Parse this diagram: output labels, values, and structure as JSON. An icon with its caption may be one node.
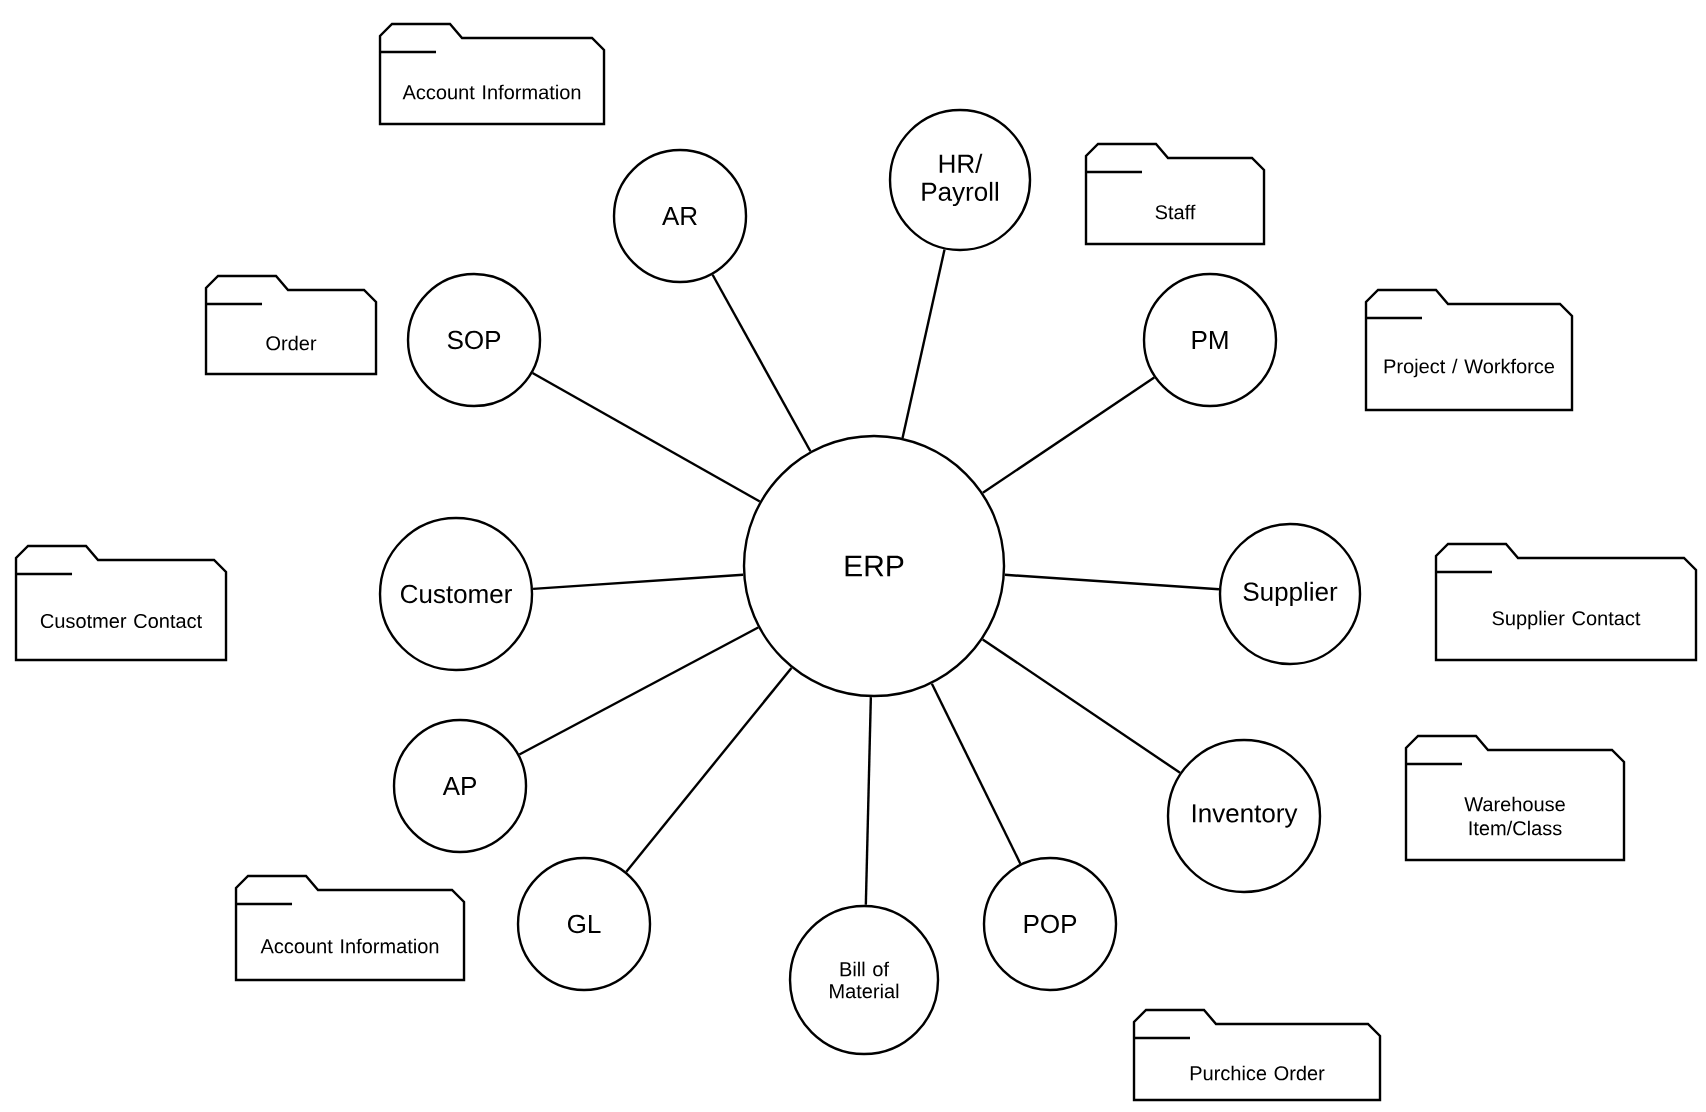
{
  "diagram": {
    "nodes": [
      {
        "text": [
          "ERP"
        ]
      },
      {
        "text": [
          "AR"
        ]
      },
      {
        "text": [
          "HR/ Payroll"
        ]
      },
      {
        "text": [
          "SOP"
        ]
      },
      {
        "text": [
          "PM"
        ]
      },
      {
        "text": [
          "Customer"
        ]
      },
      {
        "text": [
          "Supplier"
        ]
      },
      {
        "text": [
          "AP"
        ]
      },
      {
        "text": [
          "Inventory"
        ]
      },
      {
        "text": [
          "GL"
        ]
      },
      {
        "text": [
          "Bill of Material"
        ]
      },
      {
        "text": [
          "POP"
        ]
      },
      {
        "text": [
          "Account Information"
        ]
      },
      {
        "text": [
          "Staff"
        ]
      },
      {
        "text": [
          "Order"
        ]
      },
      {
        "text": [
          "Project / Workforce"
        ]
      },
      {
        "text": [
          "Cusotmer Contact"
        ]
      },
      {
        "text": [
          "Supplier Contact"
        ]
      },
      {
        "text": [
          "Warehouse Item/Class"
        ]
      },
      {
        "text": [
          "Account Information"
        ]
      },
      {
        "text": [
          "Purchice Order"
        ]
      }
    ],
    "edges": [
      {
        "from": 0,
        "to": 1,
        "arrow": "none"
      },
      {
        "from": 0,
        "to": 2,
        "arrow": "none"
      },
      {
        "from": 0,
        "to": 3,
        "arrow": "none"
      },
      {
        "from": 0,
        "to": 4,
        "arrow": "none"
      },
      {
        "from": 0,
        "to": 5,
        "arrow": "none"
      },
      {
        "from": 0,
        "to": 6,
        "arrow": "none"
      },
      {
        "from": 0,
        "to": 7,
        "arrow": "none"
      },
      {
        "from": 0,
        "to": 8,
        "arrow": "none"
      },
      {
        "from": 0,
        "to": 9,
        "arrow": "none"
      },
      {
        "from": 0,
        "to": 10,
        "arrow": "none"
      },
      {
        "from": 0,
        "to": 11,
        "arrow": "none"
      }
    ]
  }
}
